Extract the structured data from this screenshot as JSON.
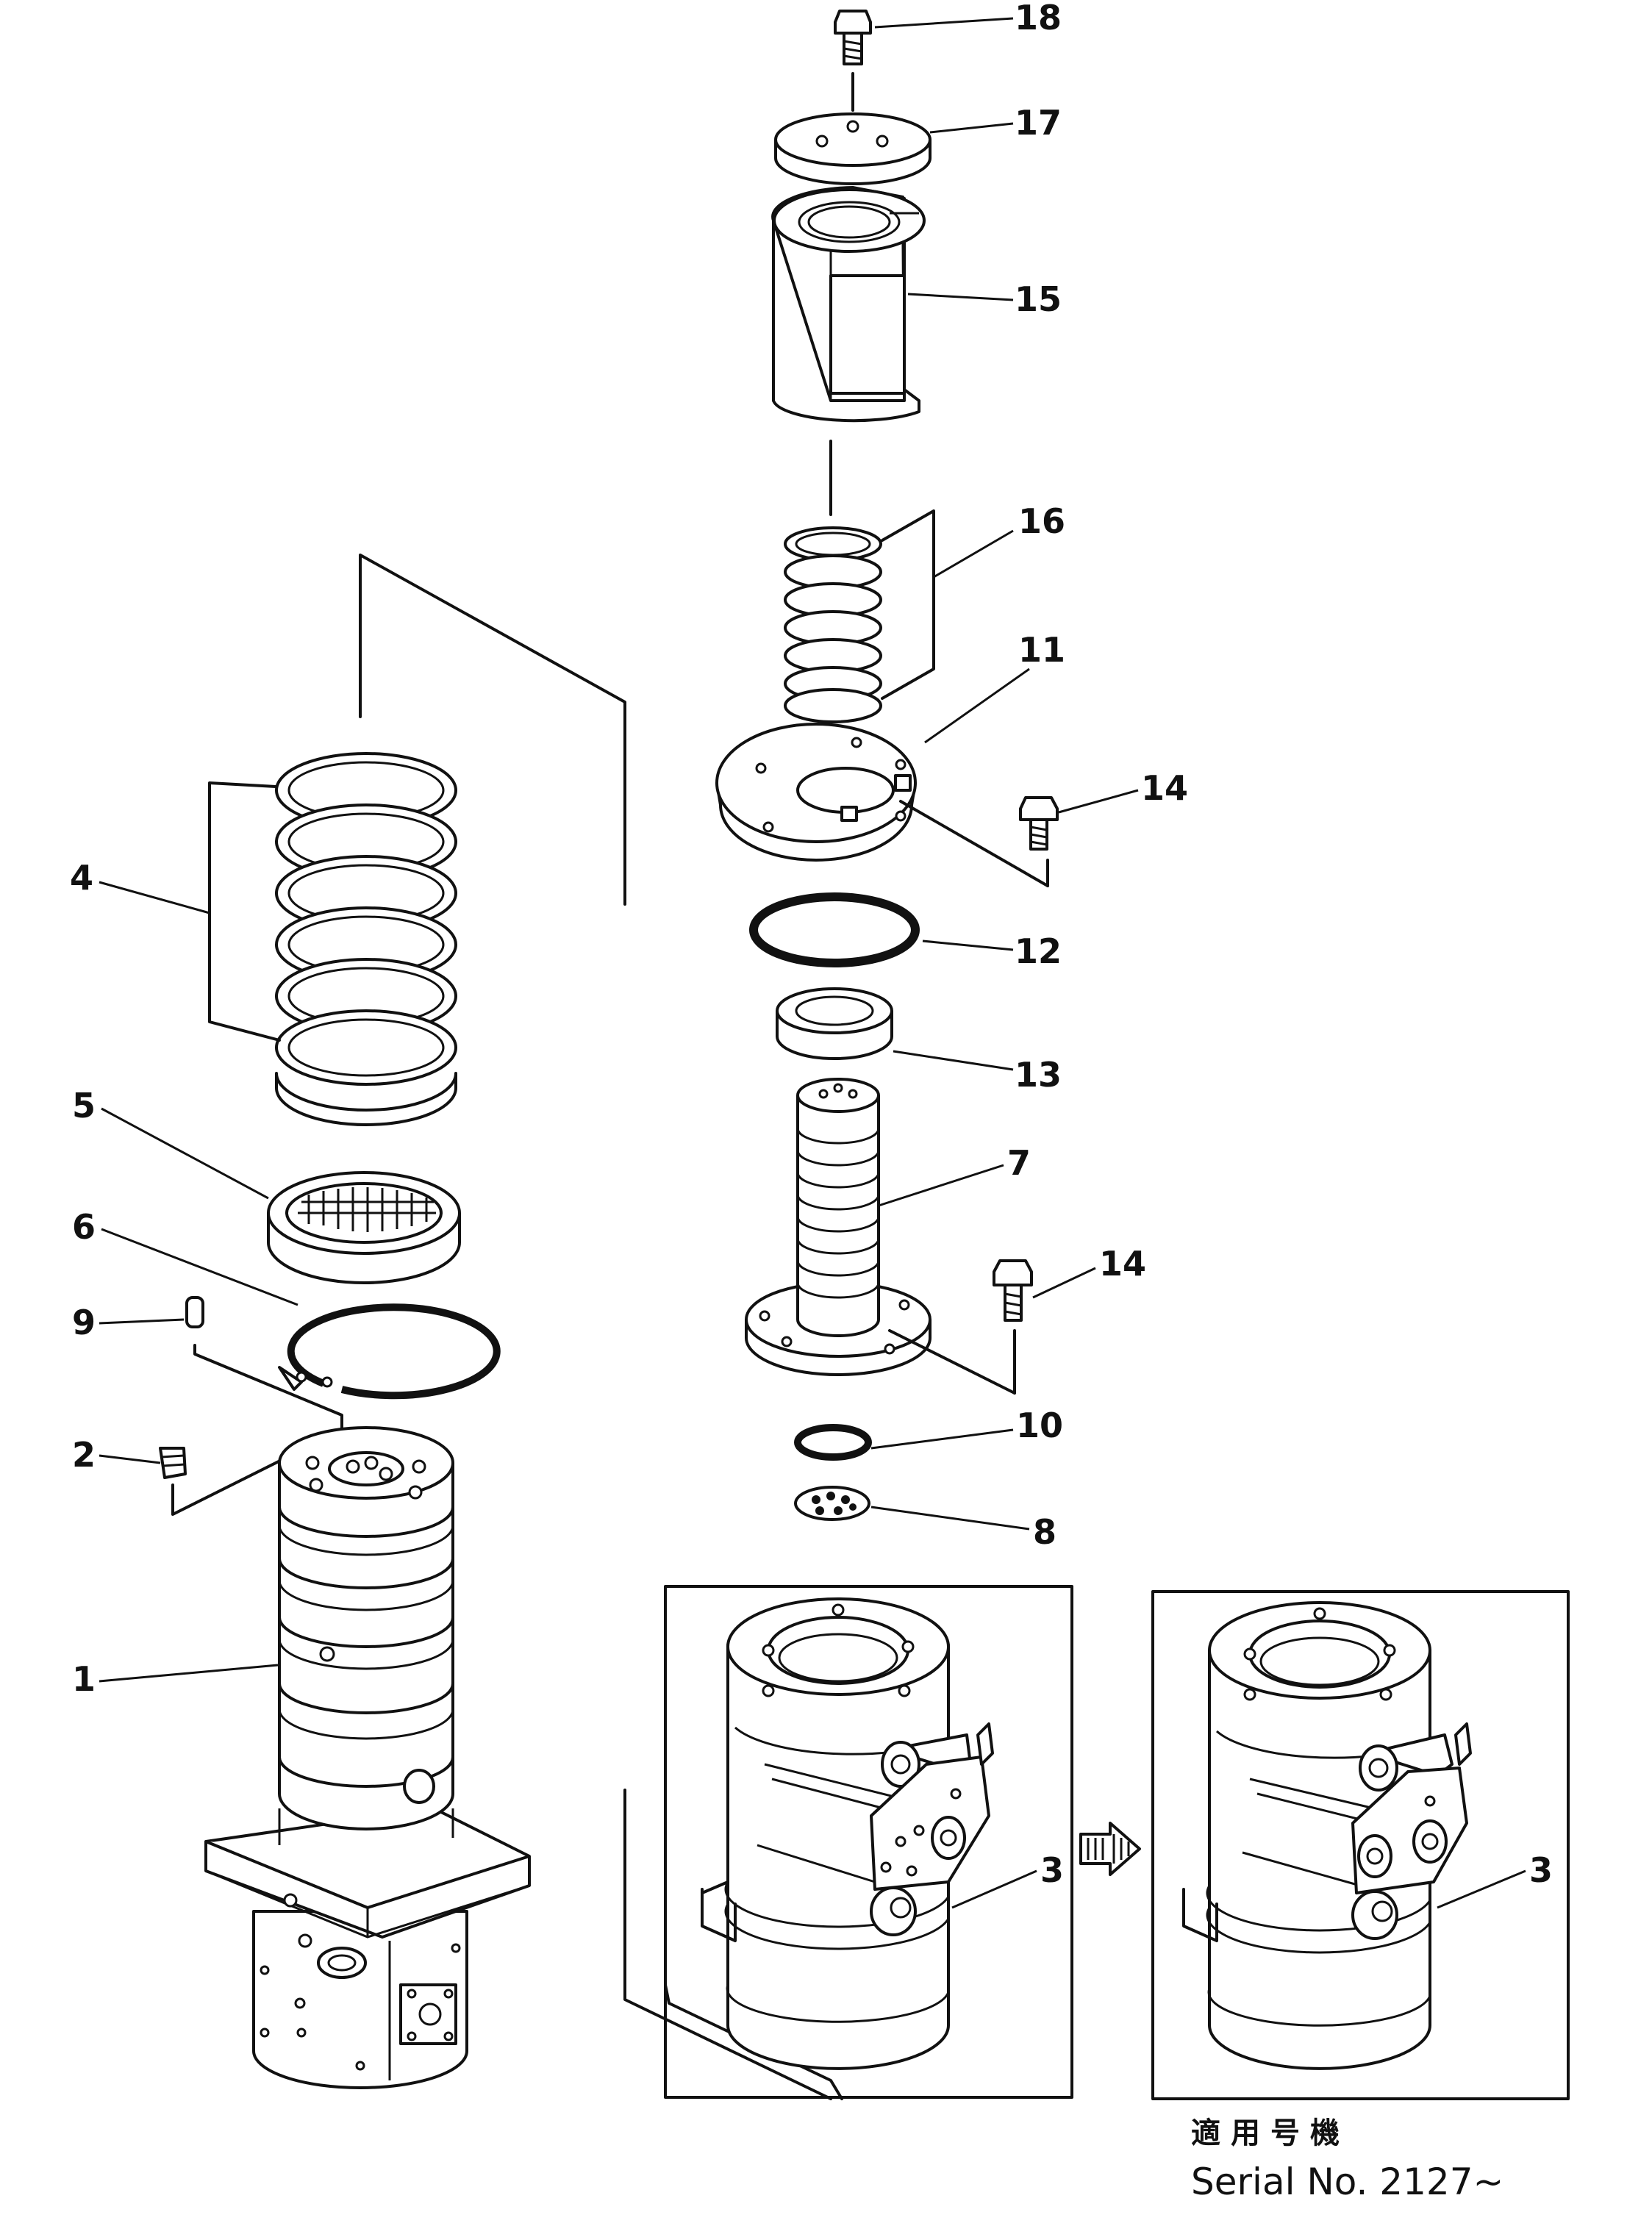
{
  "callouts": {
    "p1": "1",
    "p2": "2",
    "p3a": "3",
    "p3b": "3",
    "p4": "4",
    "p5": "5",
    "p6": "6",
    "p7": "7",
    "p8": "8",
    "p9": "9",
    "p10": "10",
    "p11": "11",
    "p12": "12",
    "p13": "13",
    "p14a": "14",
    "p14b": "14",
    "p15": "15",
    "p16": "16",
    "p17": "17",
    "p18": "18"
  },
  "note": {
    "applicable_label": "適用号機",
    "serial": "Serial No. 2127~"
  }
}
